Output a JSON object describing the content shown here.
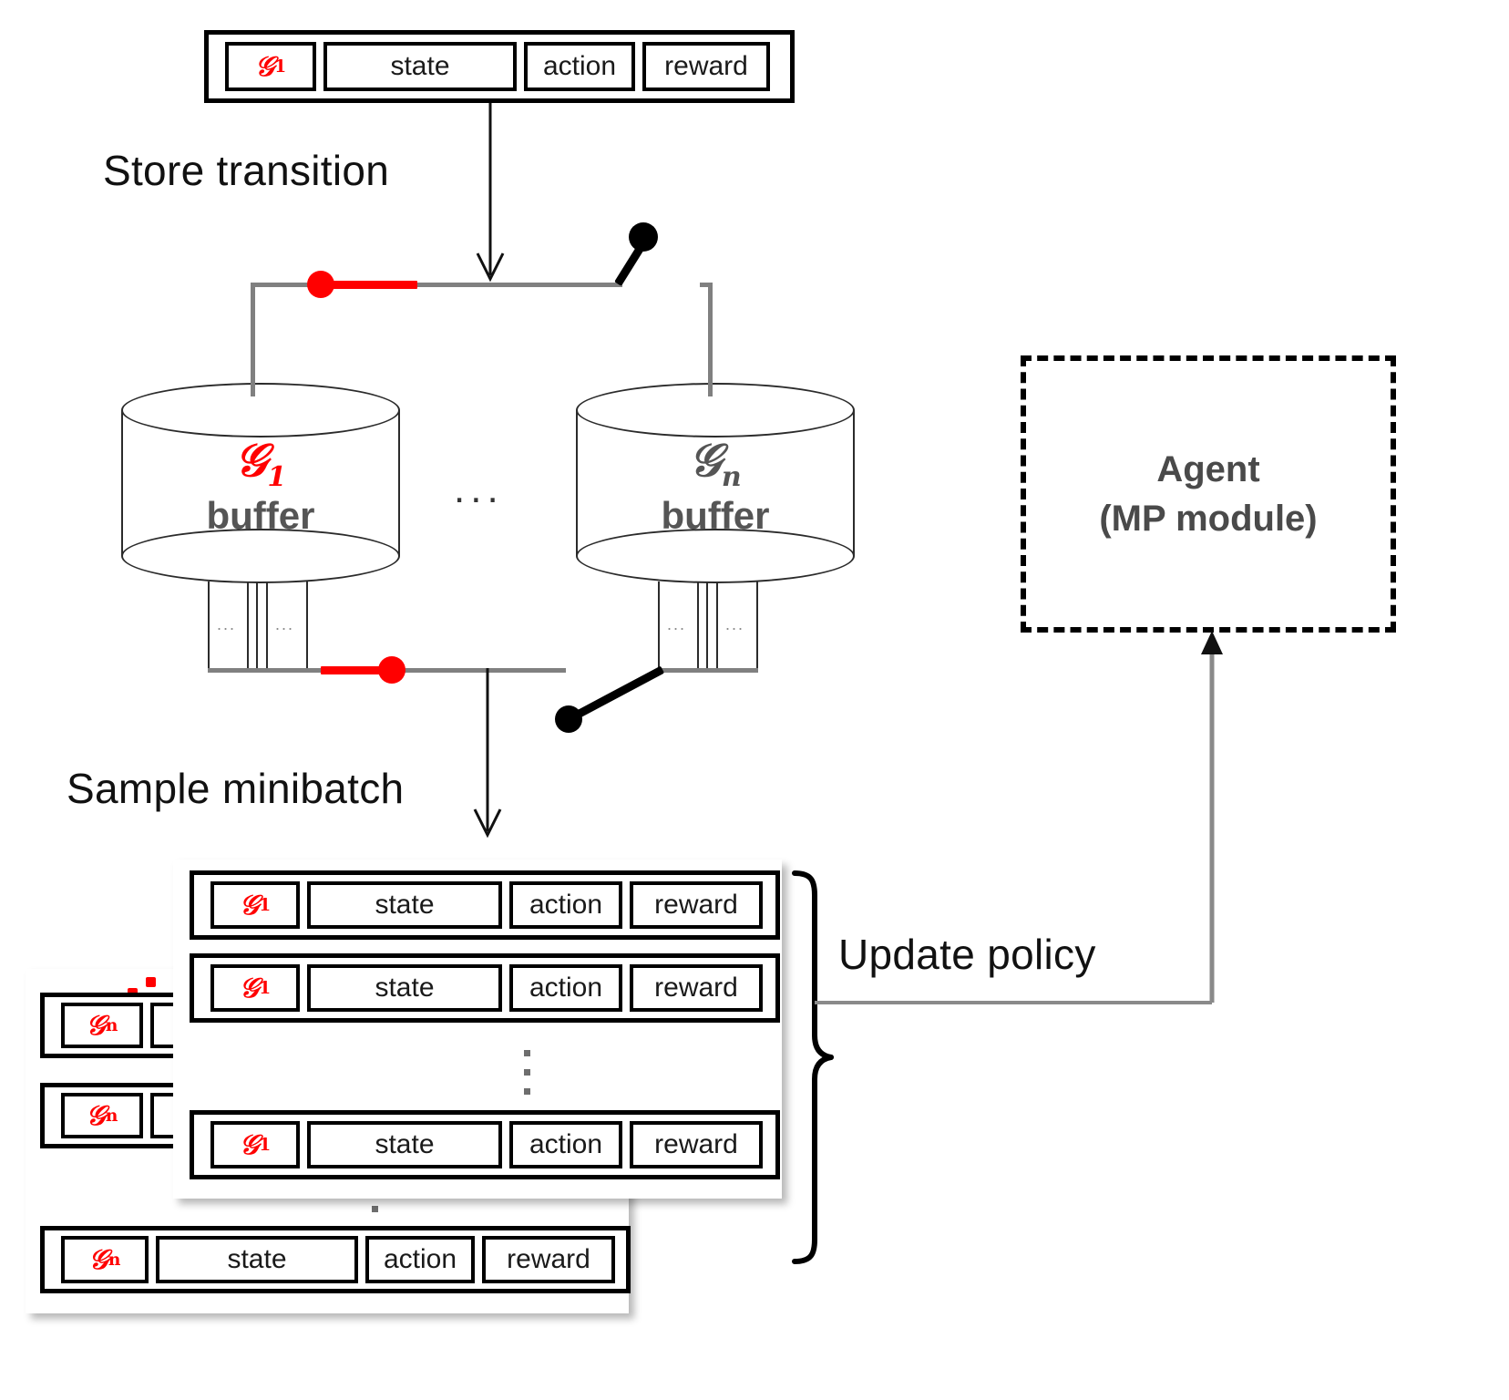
{
  "diagram": {
    "title": "Multi-buffer replay with switch routing to agent",
    "colors": {
      "accent_red": "#ff0000",
      "line_gray": "#808080",
      "text_gray": "#555555",
      "ink": "#111111"
    }
  },
  "labels": {
    "store_transition": "Store transition",
    "sample_minibatch": "Sample minibatch",
    "update_policy": "Update policy",
    "horizontal_ellipsis": "...",
    "tiny_ellipsis": "...",
    "agent_line1": "Agent",
    "agent_line2": "(MP module)"
  },
  "transition_fields": {
    "state": "state",
    "action": "action",
    "reward": "reward"
  },
  "goals": {
    "g1": "G",
    "g1_sub": "1",
    "gn_sub": "n"
  },
  "top_transition": {
    "goal": "𝒢",
    "goal_sub": "1",
    "state": "state",
    "action": "action",
    "reward": "reward"
  },
  "buffers": [
    {
      "goal": "𝒢",
      "sub": "1",
      "name": "buffer",
      "color": "#ff0000"
    },
    {
      "goal": "𝒢",
      "sub": "n",
      "name": "buffer",
      "color": "#555555"
    }
  ],
  "minibatch_front": {
    "rows": [
      {
        "goal": "𝒢",
        "sub": "1",
        "state": "state",
        "action": "action",
        "reward": "reward"
      },
      {
        "goal": "𝒢",
        "sub": "1",
        "state": "state",
        "action": "action",
        "reward": "reward"
      },
      {
        "goal": "𝒢",
        "sub": "1",
        "state": "state",
        "action": "action",
        "reward": "reward"
      }
    ]
  },
  "minibatch_back": {
    "rows": [
      {
        "goal": "𝒢",
        "sub": "n"
      },
      {
        "goal": "𝒢",
        "sub": "n"
      }
    ],
    "bottom_row": {
      "goal": "𝒢",
      "sub": "n",
      "state": "state",
      "action": "action",
      "reward": "reward"
    }
  },
  "icons": {
    "switch_top": "switch-open-icon",
    "switch_bottom": "switch-open-icon",
    "brace": "curly-brace-icon",
    "arrow_down": "arrow-down-icon",
    "arrow_up": "arrow-up-icon"
  }
}
